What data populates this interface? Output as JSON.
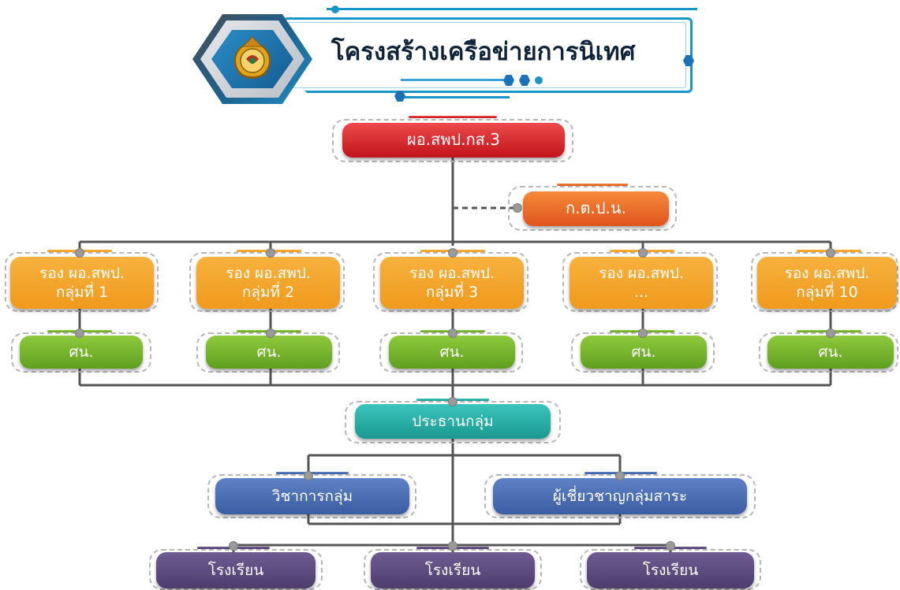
{
  "header": {
    "title": "โครงสร้างเครือข่ายการนิเทศ",
    "logo_icon": "education-office-emblem-icon"
  },
  "org_chart": {
    "director": "ผอ.สพป.กส.3",
    "committee": "ก.ต.ป.น.",
    "deputies": [
      "รอง ผอ.สพป.\nกลุ่มที่ 1",
      "รอง ผอ.สพป.\nกลุ่มที่ 2",
      "รอง ผอ.สพป.\nกลุ่มที่ 3",
      "รอง ผอ.สพป.\n...",
      "รอง ผอ.สพป.\nกลุ่มที่ 10"
    ],
    "supervisors": [
      "ศน.",
      "ศน.",
      "ศน.",
      "ศน.",
      "ศน."
    ],
    "group_chair": "ประธานกลุ่ม",
    "group_academic": "วิชาการกลุ่ม",
    "subject_experts": "ผู้เชี่ยวชาญกลุ่มสาระ",
    "schools": [
      "โรงเรียน",
      "โรงเรียน",
      "โรงเรียน"
    ]
  },
  "colors": {
    "director": "#d3262b",
    "committee": "#e9621f",
    "deputy": "#f2a12a",
    "supervisor": "#73b12b",
    "chair": "#26ada5",
    "academic": "#4669b0",
    "school": "#5a4a7c",
    "line": "#555555",
    "banner_accent": "#1b95c8"
  }
}
